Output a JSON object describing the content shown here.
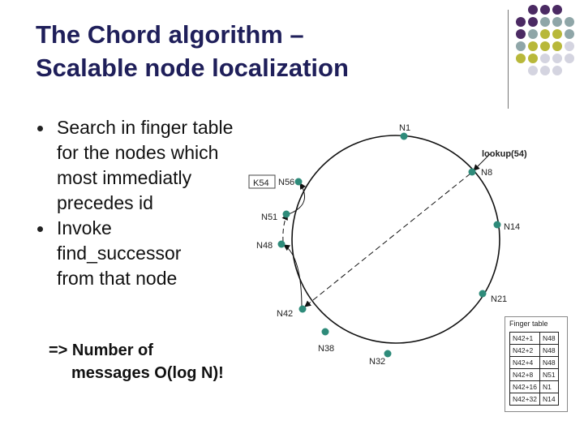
{
  "slide": {
    "title_line1": "The Chord algorithm –",
    "title_line2": "Scalable node localization",
    "bullets": [
      {
        "lines": [
          "Search in finger table",
          "for the nodes which",
          "most immediatly",
          "precedes id"
        ]
      },
      {
        "lines": [
          "Invoke",
          "find_successor",
          "from that node"
        ]
      }
    ],
    "conclusion_line1": "=> Number of",
    "conclusion_line2": "messages O(log N)!"
  },
  "diagram": {
    "nodes": [
      "N1",
      "N8",
      "N14",
      "N21",
      "N32",
      "N38",
      "N42",
      "N48",
      "N51",
      "N56"
    ],
    "lookup_label": "lookup(54)",
    "key_label": "K54",
    "node_color": "#2e8b7a",
    "finger_table": {
      "caption": "Finger table",
      "rows": [
        [
          "N42+1",
          "N48"
        ],
        [
          "N42+2",
          "N48"
        ],
        [
          "N42+4",
          "N48"
        ],
        [
          "N42+8",
          "N51"
        ],
        [
          "N42+16",
          "N1"
        ],
        [
          "N42+32",
          "N14"
        ]
      ]
    }
  },
  "decoration": {
    "colors": [
      "#4b2a63",
      "#8fa6a8",
      "#b8b83a",
      "#d4d4e0"
    ]
  }
}
